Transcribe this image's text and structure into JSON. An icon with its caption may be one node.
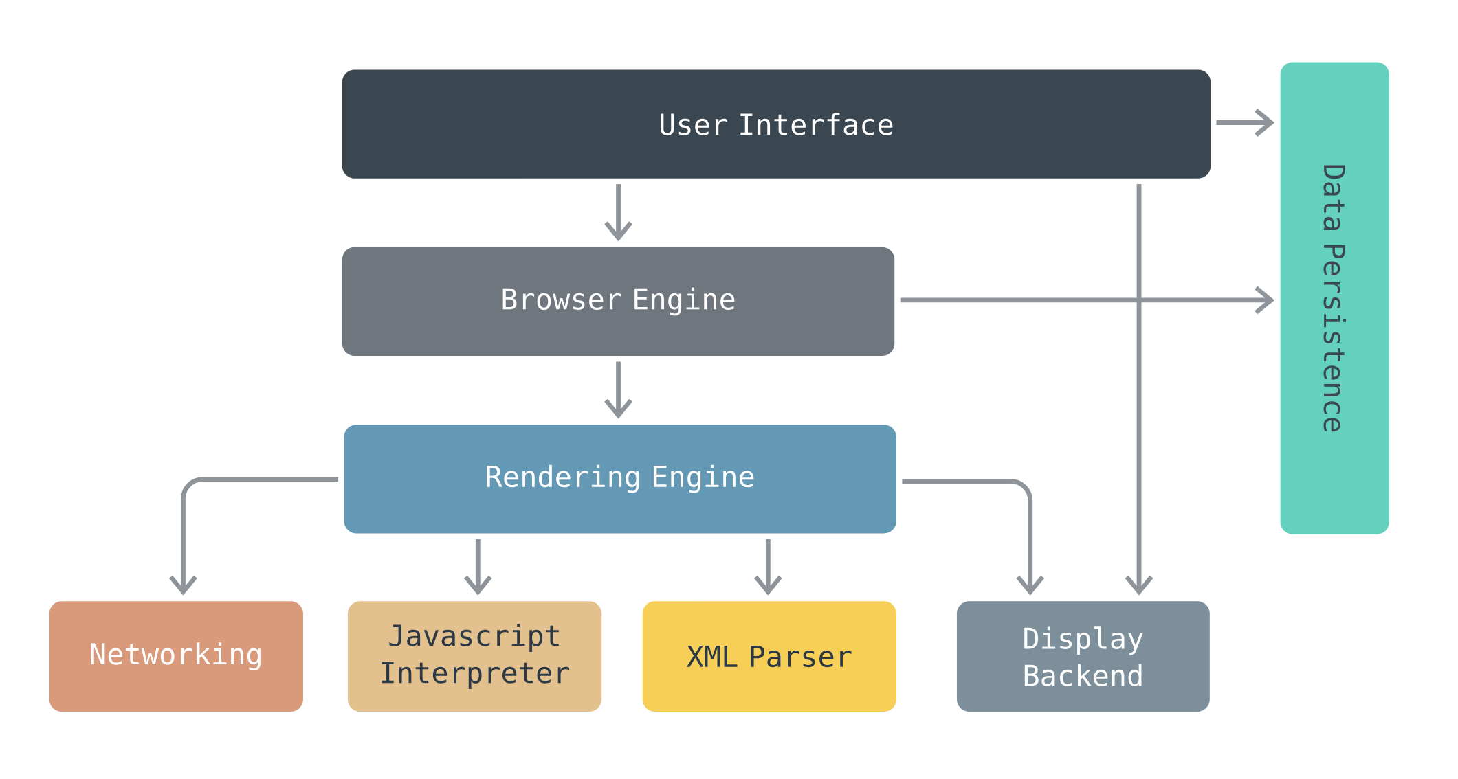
{
  "diagram": {
    "nodes": [
      {
        "text": [
          "User Interface"
        ]
      },
      {
        "text": [
          "Browser Engine"
        ]
      },
      {
        "text": [
          "Rendering Engine"
        ]
      },
      {
        "text": [
          "Networking"
        ]
      },
      {
        "text": [
          "Javascript Interpreter"
        ]
      },
      {
        "text": [
          "XML Parser"
        ]
      },
      {
        "text": [
          "Display Backend"
        ]
      },
      {
        "text": [
          "Data Persistence"
        ]
      }
    ],
    "edges": [
      {
        "from": 0,
        "to": 1,
        "arrow": "to"
      },
      {
        "from": 1,
        "to": 2,
        "arrow": "to"
      },
      {
        "from": 0,
        "to": 7,
        "arrow": "to"
      },
      {
        "from": 1,
        "to": 7,
        "arrow": "to"
      },
      {
        "from": 0,
        "to": 6,
        "arrow": "to"
      },
      {
        "from": 2,
        "to": 3,
        "arrow": "to"
      },
      {
        "from": 2,
        "to": 4,
        "arrow": "to"
      },
      {
        "from": 2,
        "to": 5,
        "arrow": "to"
      },
      {
        "from": 2,
        "to": 6,
        "arrow": "to"
      }
    ]
  }
}
